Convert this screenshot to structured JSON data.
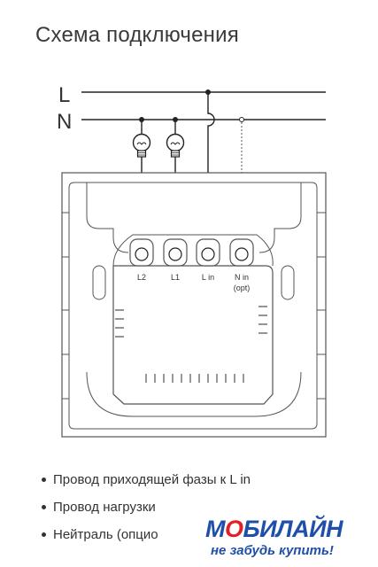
{
  "title": "Схема подключения",
  "lines": {
    "phase": "L",
    "neutral": "N"
  },
  "terminals": [
    {
      "label": "L2"
    },
    {
      "label": "L1"
    },
    {
      "label": "L in"
    },
    {
      "label": "N in",
      "sub": "(opt)"
    }
  ],
  "bullets": [
    "Провод приходящей фазы к L in",
    "Провод нагрузки",
    "Нейтраль (опцио"
  ],
  "watermark": {
    "logo_m": "М",
    "logo_o": "О",
    "logo_rest": "БИЛАЙН",
    "slogan": "не забудь купить!"
  },
  "colors": {
    "line": "#222222",
    "device": "#555555",
    "text": "#333333",
    "watermark_blue": "#1f4fa8",
    "watermark_red": "#e31e24"
  }
}
